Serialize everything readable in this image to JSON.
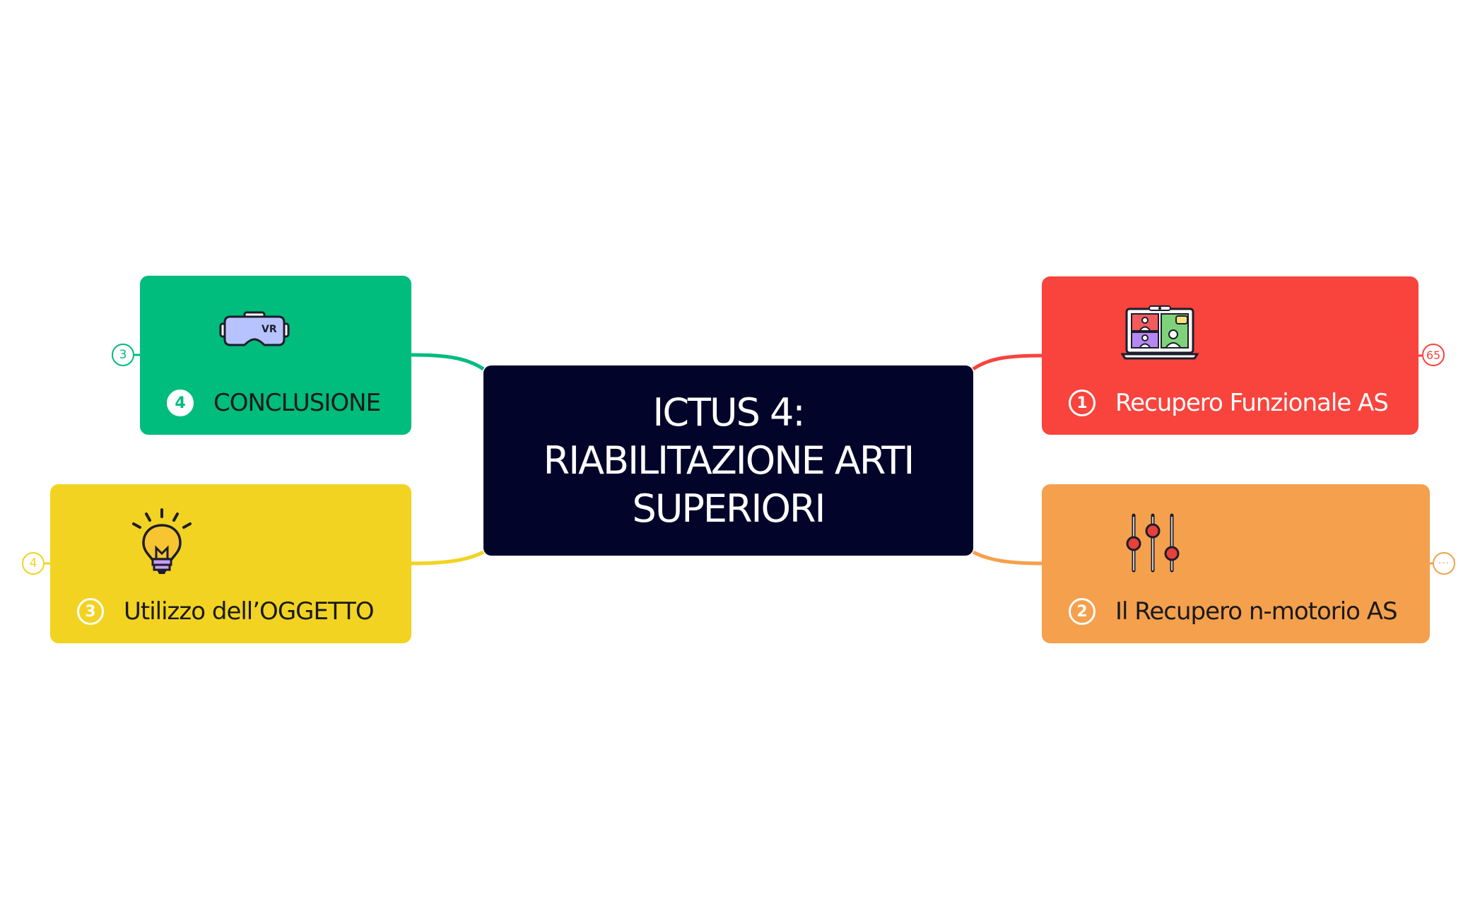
{
  "central": {
    "title": "ICTUS 4:\nRIABILITAZIONE ARTI\nSUPERIORI"
  },
  "branches": [
    {
      "number": "1",
      "label": "Recupero Funzionale AS",
      "icon": "video-call-laptop-icon",
      "color": "#f8443d",
      "badge": "65"
    },
    {
      "number": "2",
      "label": "Il Recupero n-motorio AS",
      "icon": "sliders-icon",
      "color": "#f5a04d",
      "badge": "···"
    },
    {
      "number": "3",
      "label": "Utilizzo dell’OGGETTO",
      "icon": "lightbulb-icon",
      "color": "#f2d321",
      "badge": "4"
    },
    {
      "number": "4",
      "label": "CONCLUSIONE",
      "icon": "vr-headset-icon",
      "icon_text": "VR",
      "color": "#00bc7d",
      "badge": "3"
    }
  ],
  "colors": {
    "central_background": "#02042a",
    "canvas_background": "#ffffff"
  }
}
